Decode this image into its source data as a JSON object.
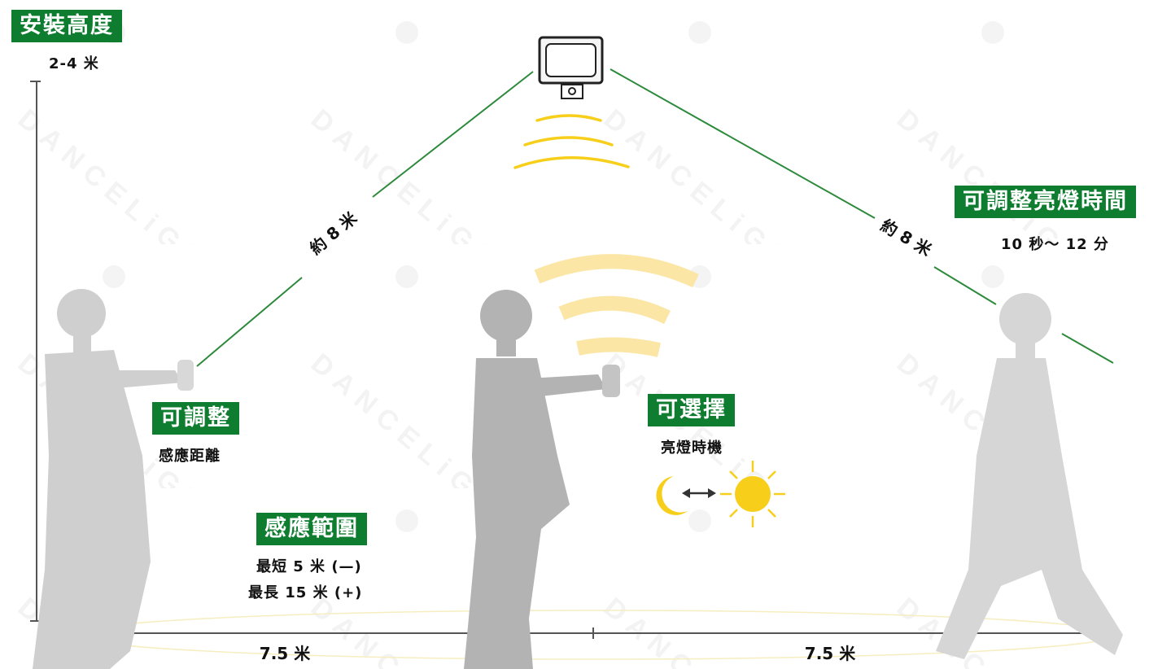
{
  "height_block": {
    "title": "安裝高度",
    "value": "2-4 米"
  },
  "adjust_time": {
    "title": "可調整亮燈時間",
    "value": "10 秒～ 12 分"
  },
  "adjust_distance": {
    "title": "可調整",
    "value": "感應距離"
  },
  "select_timing": {
    "title": "可選擇",
    "value": "亮燈時機"
  },
  "sensing_range": {
    "title": "感應範圍",
    "min": "最短 5 米 (—)",
    "max": "最長 15 米 (+)"
  },
  "diag_left": "約 8 米",
  "diag_right": "約 8 米",
  "ground_left": "7.5 米",
  "ground_right": "7.5 米",
  "watermark": "DANCELiGHT",
  "colors": {
    "green": "#0f7d2f",
    "yellow": "#f7cf1a",
    "silhouette": "#c9c9c9",
    "line": "#2d8a3c"
  }
}
